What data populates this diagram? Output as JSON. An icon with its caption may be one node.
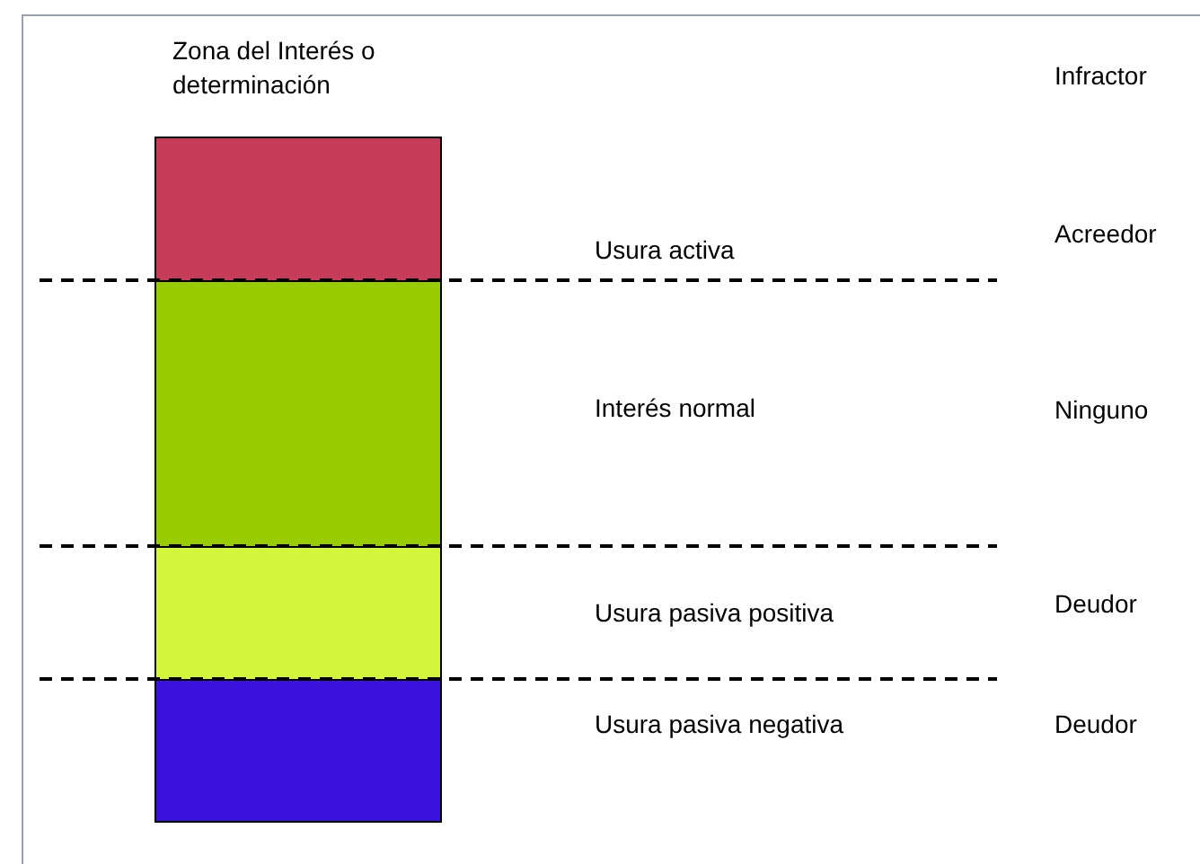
{
  "diagram": {
    "title": "Zona del Interés o determinación",
    "nodes": [
      {
        "text": [],
        "shape": "bar"
      },
      {
        "text": [],
        "shape": "bar"
      },
      {
        "text": [],
        "shape": "bar"
      },
      {
        "text": [],
        "shape": "bar"
      }
    ],
    "labels": [
      "Infractor",
      "Usura activa",
      "Acreedor",
      "Interés normal",
      "Ninguno",
      "Usura pasiva positiva",
      "Deudor",
      "Usura pasiva negativa",
      "Deudor"
    ]
  }
}
